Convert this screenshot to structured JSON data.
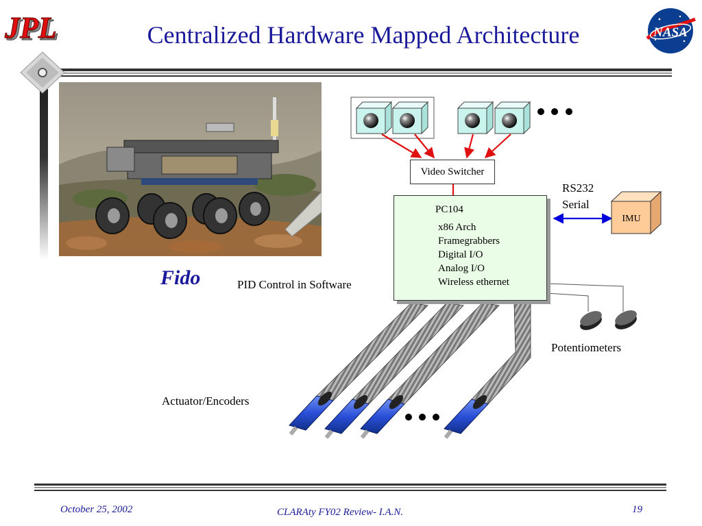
{
  "header": {
    "title": "Centralized Hardware Mapped Architecture",
    "left_logo_text": "JPL",
    "right_logo_text": "NASA"
  },
  "photo": {
    "caption": "Fido"
  },
  "diagram": {
    "video_switcher": "Video Switcher",
    "pc": {
      "title": "PC104",
      "features": [
        "x86 Arch",
        "Framegrabbers",
        "Digital I/O",
        "Analog I/O",
        "Wireless ethernet"
      ]
    },
    "link_label_line1": "RS232",
    "link_label_line2": "Serial",
    "imu": "IMU",
    "pid_label": "PID Control in Software",
    "potentiometers": "Potentiometers",
    "actuators": "Actuator/Encoders"
  },
  "footer": {
    "date": "October 25, 2002",
    "center": "CLARAty FY02 Review- I.A.N.",
    "page": "19"
  },
  "colors": {
    "title": "#1a1a9a",
    "pc_fill": "#eafde6",
    "camera_fill": "#c9f4ee",
    "imu_fill": "#ffcc99",
    "arrow_red": "#e01010",
    "arrow_blue": "#0000dd",
    "actuator_blue": "#2a4fd8"
  }
}
